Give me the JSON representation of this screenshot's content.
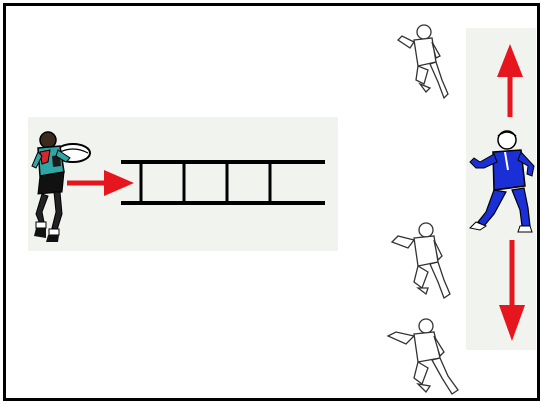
{
  "diagram": {
    "background_color": "#ffffff",
    "border_color": "#000000",
    "panel_color": "#f1f3ef",
    "arrow_color": "#e5161e",
    "ladder_color": "#000000",
    "ladder_rungs": 4,
    "player_with_ball": {
      "icon": "rugby-player-with-ball-icon",
      "jersey_color": "#2fa6a6",
      "shorts_color": "#000000"
    },
    "defender": {
      "icon": "defender-icon",
      "kit_color": "#1a2fd6"
    },
    "side_players": [
      {
        "icon": "diving-player-icon"
      },
      {
        "icon": "diving-player-icon"
      },
      {
        "icon": "diving-player-icon"
      }
    ],
    "arrows": [
      "right",
      "up",
      "down"
    ]
  }
}
